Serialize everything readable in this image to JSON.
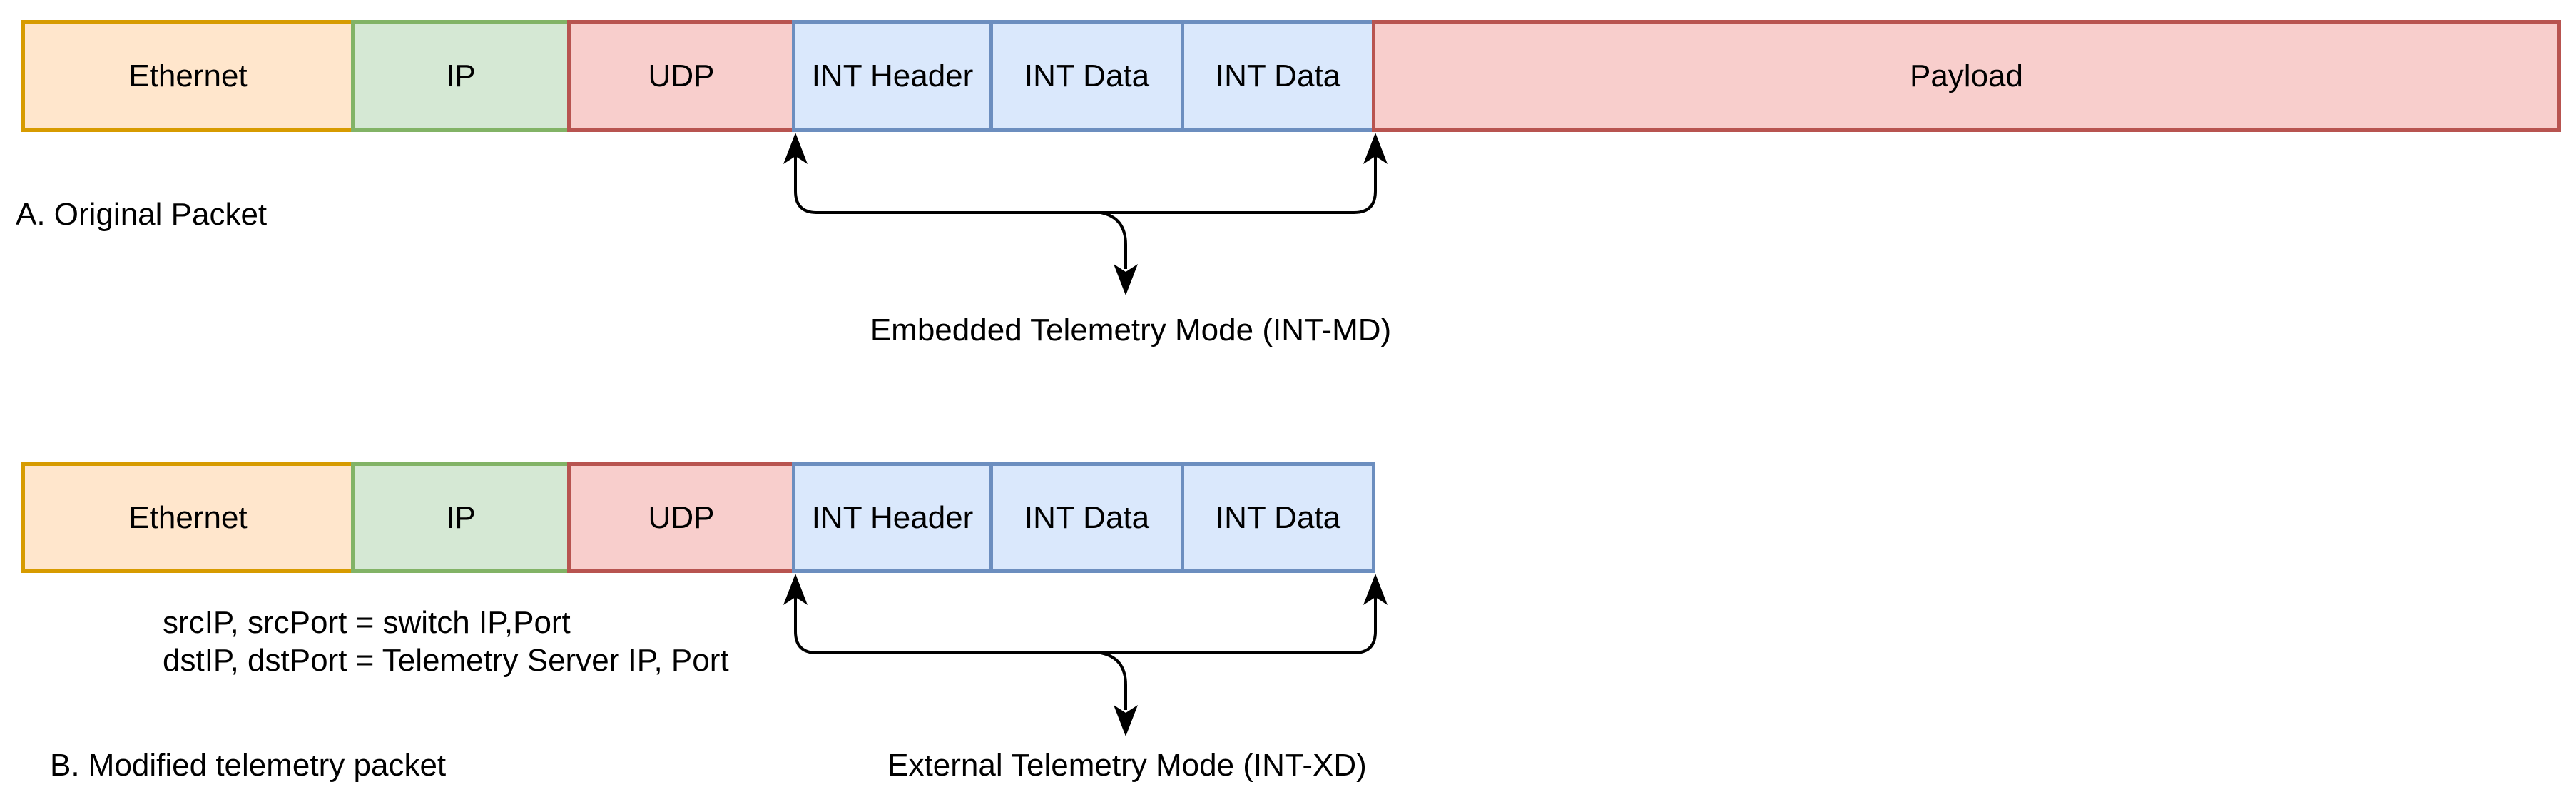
{
  "palette": {
    "ethernet": {
      "fill": "#ffe6cc",
      "stroke": "#d79b00"
    },
    "ip": {
      "fill": "#d5e8d4",
      "stroke": "#82b366"
    },
    "udp": {
      "fill": "#f8cecc",
      "stroke": "#b85450"
    },
    "int": {
      "fill": "#dae8fc",
      "stroke": "#6c8ebf"
    },
    "payload": {
      "fill": "#f8cecc",
      "stroke": "#b85450"
    },
    "arrow": "#000000",
    "text": "#000000",
    "background": "#ffffff"
  },
  "packet_a": {
    "caption": "A. Original Packet",
    "segments": [
      {
        "label": "Ethernet"
      },
      {
        "label": "IP"
      },
      {
        "label": "UDP"
      },
      {
        "label": "INT Header"
      },
      {
        "label": "INT Data"
      },
      {
        "label": "INT Data"
      },
      {
        "label": "Payload"
      }
    ],
    "mode_label": "Embedded Telemetry Mode (INT-MD)"
  },
  "packet_b": {
    "caption": "B. Modified telemetry packet",
    "segments": [
      {
        "label": "Ethernet"
      },
      {
        "label": "IP"
      },
      {
        "label": "UDP"
      },
      {
        "label": "INT Header"
      },
      {
        "label": "INT Data"
      },
      {
        "label": "INT Data"
      }
    ],
    "annotation_line1": "srcIP, srcPort = switch IP,Port",
    "annotation_line2": "dstIP, dstPort = Telemetry Server IP, Port",
    "mode_label": "External Telemetry Mode (INT-XD)"
  }
}
